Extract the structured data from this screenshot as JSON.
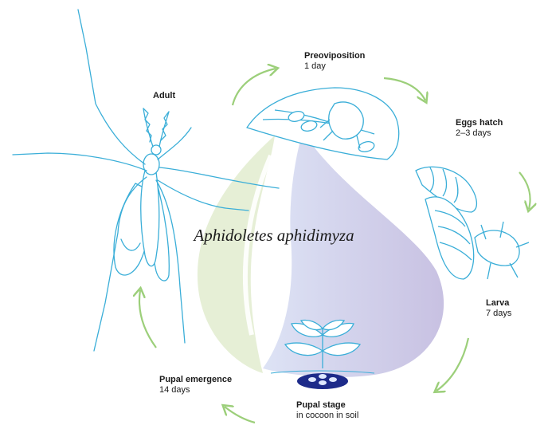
{
  "title": "Aphidoletes aphidimyza",
  "stages": {
    "adult": {
      "title": "Adult",
      "duration": ""
    },
    "preoviposition": {
      "title": "Preoviposition",
      "duration": "1 day"
    },
    "eggs_hatch": {
      "title": "Eggs hatch",
      "duration": "2–3 days"
    },
    "larva": {
      "title": "Larva",
      "duration": "7 days"
    },
    "pupal_stage": {
      "title": "Pupal stage",
      "duration": "in cocoon in soil"
    },
    "pupal_emergence": {
      "title": "Pupal emergence",
      "duration": "14 days"
    }
  },
  "colors": {
    "insect_line": "#3aaed8",
    "arrow": "#9ccf7a",
    "leaf_green": "#e4efd3",
    "drop_blue": "#d6dcf2",
    "drop_purple": "#c9c3e2",
    "soil": "#1d2b8a"
  }
}
